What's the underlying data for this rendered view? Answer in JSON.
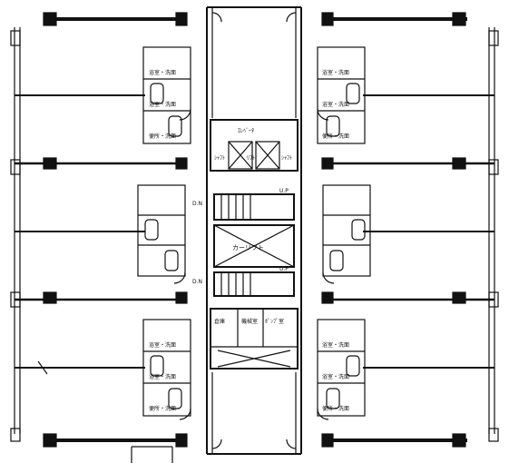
{
  "plan": {
    "unit_labels": {
      "bath_a": "浴室・洗面",
      "bath_b": "浴室・洗面",
      "toilet": "便所・洗面"
    },
    "core_labels": {
      "elevator_hall": "ｴﾚﾍﾞｰﾀ",
      "elevator_car": "ﾘﾌﾄ",
      "car_lift": "カーリフト",
      "up_mark": "U.P",
      "dn_mark": "D.N",
      "shaft_a": "ｼｬﾌﾄ",
      "shaft_b": "ｼｬﾌﾄ",
      "storage": "倉庫",
      "machine": "機械室",
      "pump": "ﾎﾟﾝﾌﾟ室"
    },
    "colors": {
      "ink": "#111111",
      "paper": "#ffffff"
    }
  }
}
